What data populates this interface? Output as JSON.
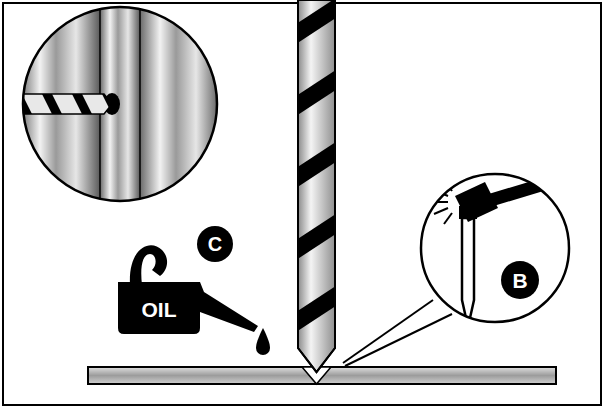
{
  "diagram": {
    "labels": [
      "OIL",
      "C",
      "B"
    ]
  }
}
